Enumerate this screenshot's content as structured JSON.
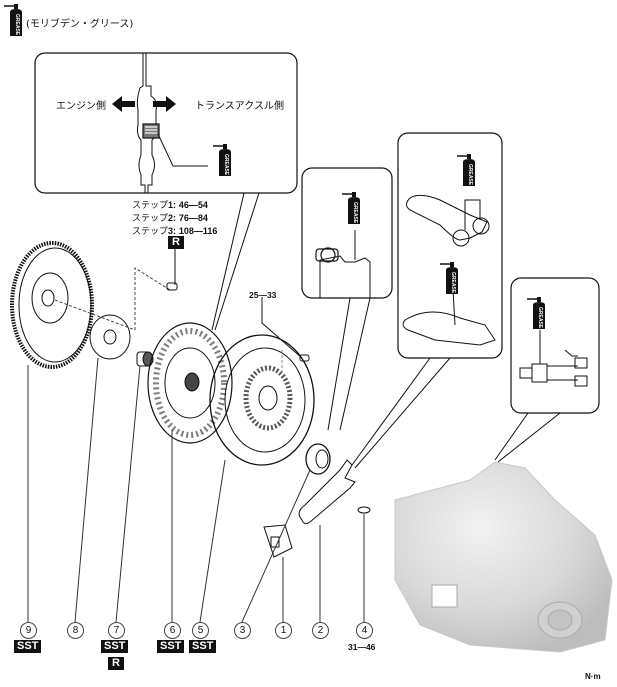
{
  "legend": {
    "icon": "grease-can-icon",
    "text": "(モリブデン・グリース)"
  },
  "detail_top": {
    "left_label": "エンジン側",
    "right_label": "トランスアクスル側",
    "icon": "grease-can-icon"
  },
  "torque_spec_flywheel_bolt": {
    "steps": [
      {
        "label": "ステップ",
        "num": "1:",
        "value": "46—54"
      },
      {
        "label": "ステップ",
        "num": "2:",
        "value": "76—84"
      },
      {
        "label": "ステップ",
        "num": "3:",
        "value": "108—116"
      }
    ],
    "badge": "R"
  },
  "torque_spec_cover_bolt": "25—33",
  "parts": [
    {
      "number": "9",
      "badges": [
        "SST"
      ]
    },
    {
      "number": "8",
      "badges": []
    },
    {
      "number": "7",
      "badges": [
        "SST",
        "R"
      ]
    },
    {
      "number": "6",
      "badges": [
        "SST"
      ]
    },
    {
      "number": "5",
      "badges": [
        "SST"
      ]
    },
    {
      "number": "3",
      "badges": []
    },
    {
      "number": "1",
      "badges": []
    },
    {
      "number": "2",
      "badges": []
    },
    {
      "number": "4",
      "badges": [],
      "torque": "31—46"
    }
  ],
  "unit": "N·m",
  "grease_label": "GREASE"
}
